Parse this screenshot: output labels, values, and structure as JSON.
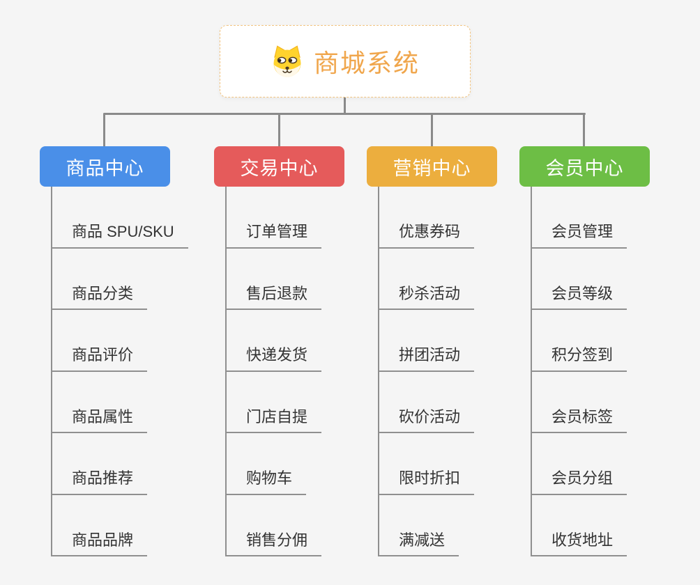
{
  "root": {
    "title": "商城系统",
    "icon": "shiba-dog-icon"
  },
  "branches": [
    {
      "id": "product-center",
      "label": "商品中心",
      "color": "#4A8FE8",
      "children": [
        "商品 SPU/SKU",
        "商品分类",
        "商品评价",
        "商品属性",
        "商品推荐",
        "商品品牌"
      ]
    },
    {
      "id": "trade-center",
      "label": "交易中心",
      "color": "#E55B5B",
      "children": [
        "订单管理",
        "售后退款",
        "快递发货",
        "门店自提",
        "购物车",
        "销售分佣"
      ]
    },
    {
      "id": "marketing-center",
      "label": "营销中心",
      "color": "#ECAE3E",
      "children": [
        "优惠券码",
        "秒杀活动",
        "拼团活动",
        "砍价活动",
        "限时折扣",
        "满减送"
      ]
    },
    {
      "id": "member-center",
      "label": "会员中心",
      "color": "#6DBE45",
      "children": [
        "会员管理",
        "会员等级",
        "积分签到",
        "会员标签",
        "会员分组",
        "收货地址"
      ]
    }
  ],
  "colors": {
    "background": "#F5F5F5",
    "connector": "#8A8A8A",
    "root_text": "#F0A64C",
    "root_border": "#F2C37E",
    "leaf_text": "#333333"
  }
}
